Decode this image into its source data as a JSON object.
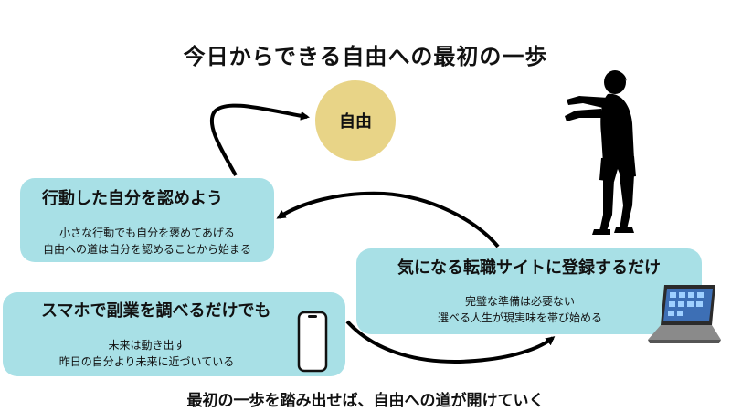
{
  "title": "今日からできる自由への最初の一歩",
  "footer": "最初の一歩を踏み出せば、自由への道が開けていく",
  "goal": {
    "label": "自由"
  },
  "steps": [
    {
      "heading": "行動した自分を認めよう",
      "lines": [
        "小さな行動でも自分を褒めてあげる",
        "自由への道は自分を認めることから始まる"
      ]
    },
    {
      "heading": "スマホで副業を調べるだけでも",
      "lines": [
        "未来は動き出す",
        "昨日の自分より未来に近づいている"
      ]
    },
    {
      "heading": "気になる転職サイトに登録するだけ",
      "lines": [
        "完璧な準備は必要ない",
        "選べる人生が現実味を帯び始める"
      ]
    }
  ],
  "colors": {
    "box": "#a8e0e6",
    "goal": "#e8d487",
    "arrow": "#000000"
  },
  "icons": [
    "smartphone-icon",
    "laptop-icon",
    "person-silhouette-icon"
  ]
}
